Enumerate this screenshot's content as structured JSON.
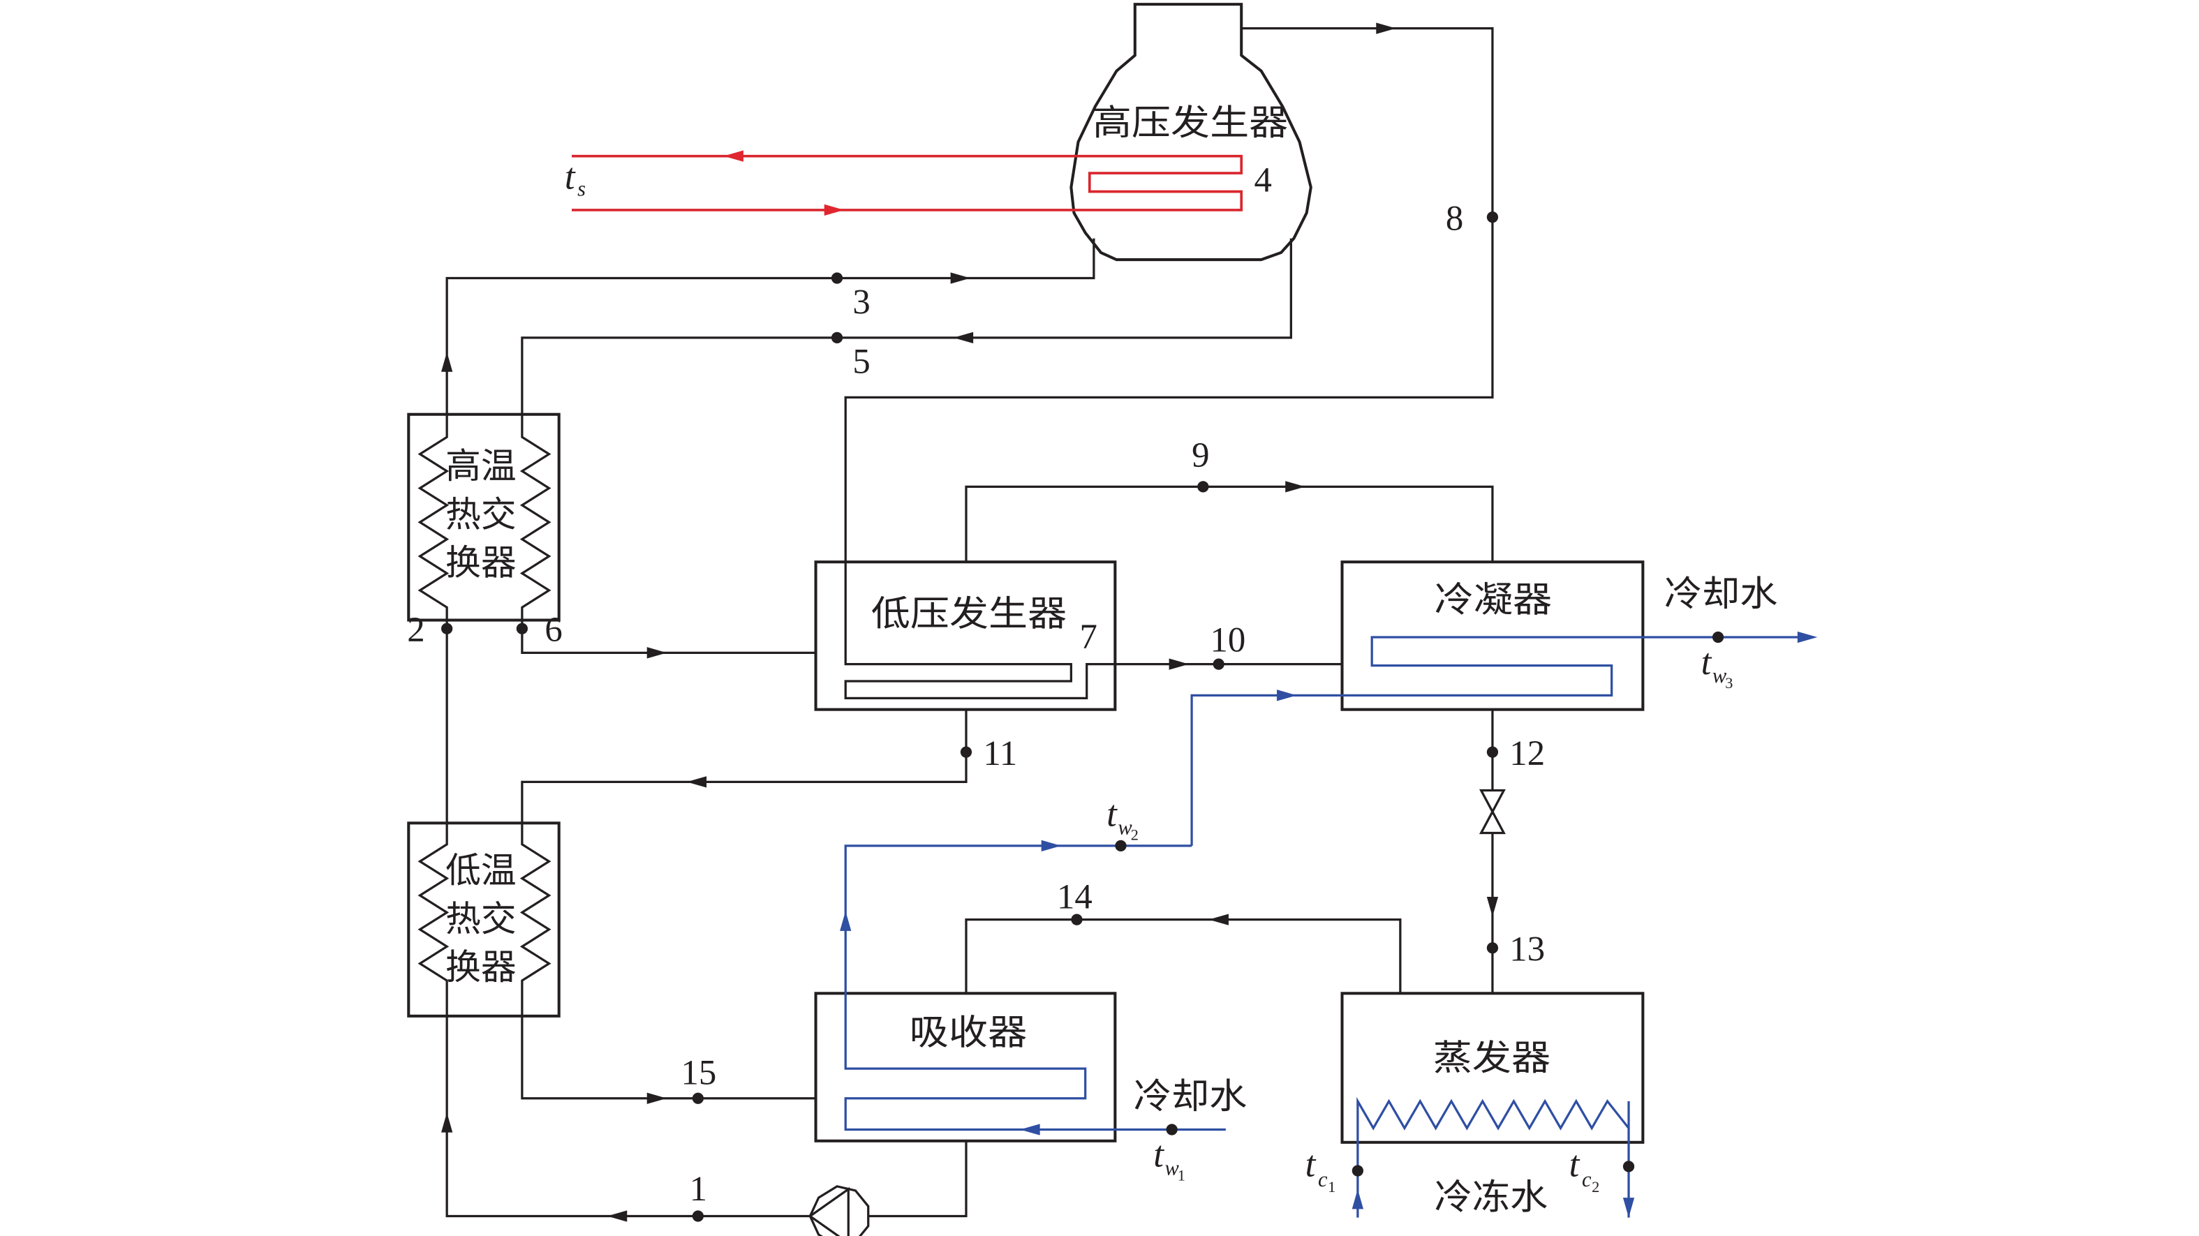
{
  "title": "Double-effect LiBr absorption refrigeration cycle schematic",
  "colors": {
    "line": "#231f20",
    "heat_source": "#e0262e",
    "cooling_water": "#2f4fa3"
  },
  "components": {
    "high_pressure_generator": "高压发生器",
    "low_pressure_generator": "低压发生器",
    "condenser": "冷凝器",
    "evaporator": "蒸发器",
    "absorber": "吸收器",
    "high_temp_hx": [
      "高温",
      "热交",
      "换器"
    ],
    "low_temp_hx": [
      "低温",
      "热交",
      "换器"
    ],
    "pump": "solution-pump",
    "valve": "expansion-valve"
  },
  "labels": {
    "cooling_water_absorber": "冷却水",
    "cooling_water_condenser": "冷却水",
    "chilled_water": "冷冻水"
  },
  "state_points": [
    "1",
    "2",
    "3",
    "4",
    "5",
    "6",
    "7",
    "8",
    "9",
    "10",
    "11",
    "12",
    "13",
    "14",
    "15"
  ],
  "temperatures": {
    "ts": {
      "main": "t",
      "sub": "s"
    },
    "tw1": {
      "main": "t",
      "sub": "w",
      "idx": "1"
    },
    "tw2": {
      "main": "t",
      "sub": "w",
      "idx": "2"
    },
    "tw3": {
      "main": "t",
      "sub": "w",
      "idx": "3"
    },
    "tc1": {
      "main": "t",
      "sub": "c",
      "idx": "1"
    },
    "tc2": {
      "main": "t",
      "sub": "c",
      "idx": "2"
    }
  }
}
